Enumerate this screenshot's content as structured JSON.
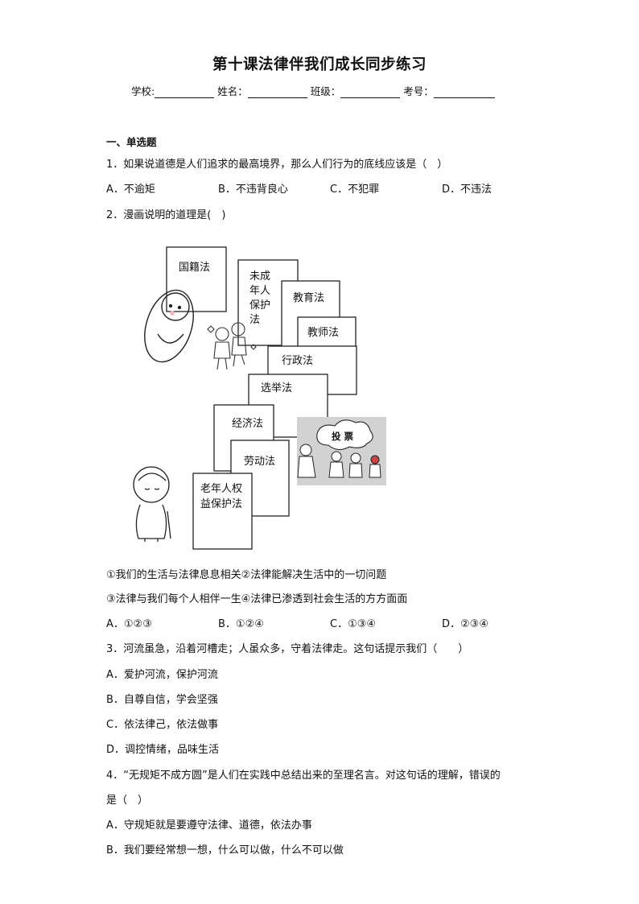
{
  "title": "第十课法律伴我们成长同步练习",
  "info": {
    "school_label": "学校:",
    "name_label": "姓名：",
    "class_label": "班级：",
    "exam_no_label": "考号："
  },
  "section1": "一、单选题",
  "q1": {
    "stem": "1．如果说道德是人们追求的最高境界，那么人们行为的底线应该是（　）",
    "options": [
      "A．不逾矩",
      "B．不违背良心",
      "C．不犯罪",
      "D．不违法"
    ]
  },
  "q2": {
    "stem": "2．漫画说明的道理是(　)",
    "cartoon": {
      "cards": [
        "国籍法",
        "未成年人保护法",
        "教育法",
        "教师法",
        "行政法",
        "选举法",
        "经济法",
        "劳动法",
        "老年人权益保护法"
      ],
      "vote_bubble": "投 票"
    },
    "statements": [
      "①我们的生活与法律息息相关②法律能解决生活中的一切问题",
      "③法律与我们每个人相伴一生④法律已渗透到社会生活的方方面面"
    ],
    "options": [
      "A．①②③",
      "B．①②④",
      "C．①③④",
      "D．②③④"
    ]
  },
  "q3": {
    "stem": "3．河流虽急，沿着河槽走；人虽众多，守着法律走。这句话提示我们（　　）",
    "options": [
      "A．爱护河流，保护河流",
      "B．自尊自信，学会坚强",
      "C．依法律己，依法做事",
      "D．调控情绪，品味生活"
    ]
  },
  "q4": {
    "stem_line1": "4．“无规矩不成方圆”是人们在实践中总结出来的至理名言。对这句话的理解，错误的",
    "stem_line2": "是（　）",
    "options": [
      "A．守规矩就是要遵守法律、道德，依法办事",
      "B．我们要经常想一想，什么可以做，什么不可以做"
    ]
  }
}
